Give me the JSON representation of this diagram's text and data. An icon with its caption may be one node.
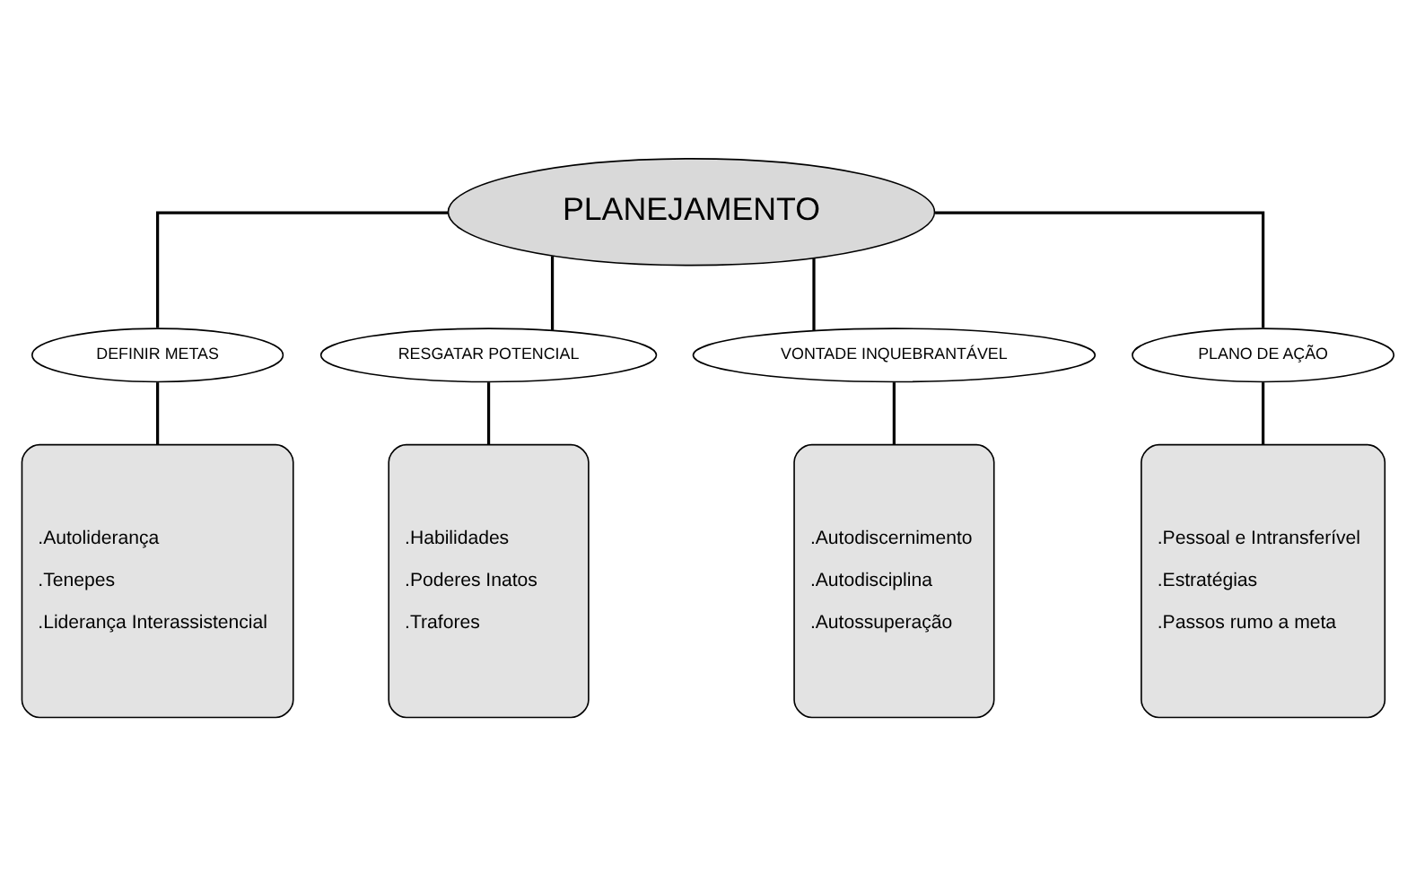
{
  "diagram": {
    "nodes": [
      {
        "text": [
          "PLANEJAMENTO"
        ]
      },
      {
        "text": [
          "DEFINIR METAS"
        ]
      },
      {
        "text": [
          "RESGATAR POTENCIAL"
        ]
      },
      {
        "text": [
          "VONTADE INQUEBRANTÁVEL"
        ]
      },
      {
        "text": [
          "PLANO DE AÇÃO"
        ]
      },
      {
        "text": [
          ".Autoliderança",
          ".Tenepes",
          ".Liderança Interassistencial"
        ]
      },
      {
        "text": [
          ".Habilidades",
          ".Poderes Inatos",
          ".Trafores"
        ]
      },
      {
        "text": [
          ".Autodiscernimento",
          ".Autodisciplina",
          ".Autossuperação"
        ]
      },
      {
        "text": [
          ".Pessoal e Intransferível",
          ".Estratégias",
          ".Passos rumo a meta"
        ]
      }
    ],
    "edges": [
      {
        "from": 0,
        "to": 1,
        "arrow": "none"
      },
      {
        "from": 0,
        "to": 2,
        "arrow": "none"
      },
      {
        "from": 0,
        "to": 3,
        "arrow": "none"
      },
      {
        "from": 0,
        "to": 4,
        "arrow": "none"
      },
      {
        "from": 1,
        "to": 5,
        "arrow": "none"
      },
      {
        "from": 2,
        "to": 6,
        "arrow": "none"
      },
      {
        "from": 3,
        "to": 7,
        "arrow": "none"
      },
      {
        "from": 4,
        "to": 8,
        "arrow": "none"
      }
    ]
  }
}
